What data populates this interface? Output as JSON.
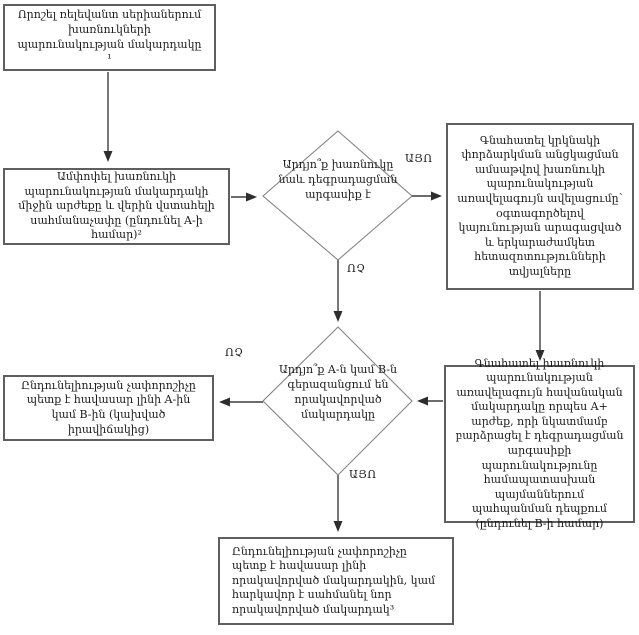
{
  "flowchart": {
    "nodes": {
      "start": {
        "text": "Որոշել ռելեվանտ սերիաներում խառնուկների պարունակության մակարդակը ¹"
      },
      "summarize": {
        "text": "Ամփոփել խառնուկի պարունակության մակարդակի միջին արժեքը և վերին վստահելի սահմանաչափը (ընդունել A-ի համար)²"
      },
      "decision_degradation": {
        "text": "Արդյո՞ք խառնուկը նաև դեգրադացման արգասիք է"
      },
      "assess_increase": {
        "text": "Գնահատել կրկնակի փորձարկման անցկացման ամսաթվով խառնուկի պարունակության առավելագույն ավելացումը՝ օգտագործելով կայունության արագացված և երկարաժամկետ հետազոտությունների տվյալները"
      },
      "assess_level": {
        "text": "Գնահատել խառնուկի պարունակության առավելագույն հավանական մակարդակը որպես A+ արժեք, որի նկատմամբ բարձրացել է դեգրադացման արգասիքի պարունակությունը համապատասխան պայմաններում պահպանման դեպքում (ընդունել B-ի համար)"
      },
      "decision_exceeds": {
        "text": "Արդյո՞ք A-ն կամ B-ն գերազանցում են որակավորված մակարդակը"
      },
      "criterion_ab": {
        "text": "Ընդունելիության չափորոշիչը պետք է հավասար լինի A-ին կամ B-ին (կախված իրավիճակից)"
      },
      "criterion_qualified": {
        "text": "Ընդունելիության չափորոշիչը պետք է հավասար լինի որակավորված մակարդակին, կամ հարկավոր է սահմանել նոր որակավորված մակարդակ³"
      }
    },
    "labels": {
      "yes1": "ԱՅՈ",
      "no1": "ՈՉ",
      "no2": "ՈՉ",
      "yes2": "ԱՅՈ"
    },
    "colors": {
      "background": "#ffffff",
      "box_border": "#5f5f5f",
      "diamond_stroke": "#848484",
      "arrow": "#3d3d3d",
      "text": "#1c1c1c"
    }
  }
}
